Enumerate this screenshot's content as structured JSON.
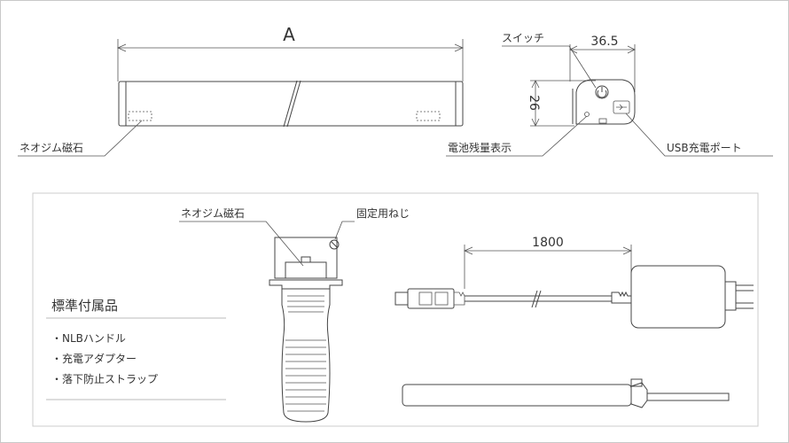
{
  "top": {
    "dim_length": "A",
    "dim_width": "36.5",
    "dim_height": "26",
    "label_magnet": "ネオジム磁石",
    "label_switch": "スイッチ",
    "label_battery": "電池残量表示",
    "label_usb": "USB充電ポート"
  },
  "accessories": {
    "handle_magnet_label": "ネオジム磁石",
    "handle_screw_label": "固定用ねじ",
    "cable_length": "1800",
    "title": "標準付属品",
    "items": [
      "・NLBハンドル",
      "・充電アダプター",
      "・落下防止ストラップ"
    ]
  },
  "colors": {
    "line": "#444444",
    "panel_border": "#cccccc",
    "text": "#333333"
  }
}
